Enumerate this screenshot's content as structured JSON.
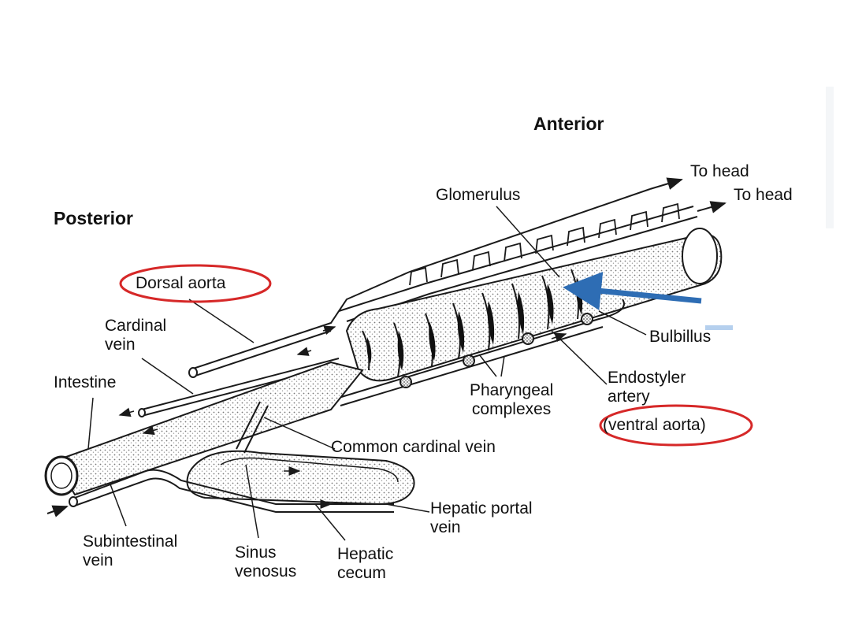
{
  "orientation": {
    "anterior": "Anterior",
    "posterior": "Posterior"
  },
  "labels": {
    "to_head_1": "To head",
    "to_head_2": "To head",
    "glomerulus": "Glomerulus",
    "dorsal_aorta": "Dorsal aorta",
    "cardinal_vein": [
      "Cardinal",
      "vein"
    ],
    "intestine": "Intestine",
    "bulbillus": "Bulbillus",
    "endostyler_artery": [
      "Endostyler",
      "artery"
    ],
    "ventral_aorta": "(ventral aorta)",
    "pharyngeal_complexes": [
      "Pharyngeal",
      "complexes"
    ],
    "common_cardinal_vein": "Common cardinal vein",
    "hepatic_portal_vein": [
      "Hepatic portal",
      "vein"
    ],
    "subintestinal_vein": [
      "Subintestinal",
      "vein"
    ],
    "sinus_venosus": [
      "Sinus",
      "venosus"
    ],
    "hepatic_cecum": [
      "Hepatic",
      "cecum"
    ]
  },
  "colors": {
    "highlight_circle": "#d62828",
    "pointer_arrow": "#2e6db4",
    "line_art": "#1a1a1a",
    "stipple": "#555555"
  }
}
